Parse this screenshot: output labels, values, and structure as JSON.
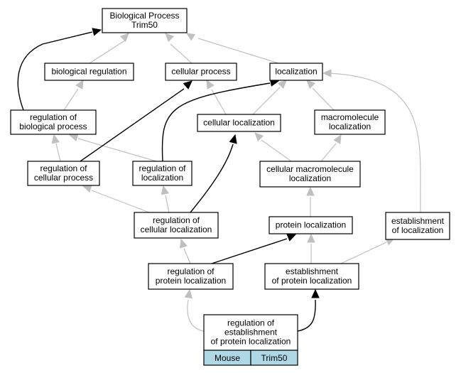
{
  "nodes": {
    "root": {
      "lines": [
        "Biological Process",
        "Trim50"
      ]
    },
    "biological_regulation": {
      "lines": [
        "biological regulation"
      ]
    },
    "cellular_process": {
      "lines": [
        "cellular process"
      ]
    },
    "localization": {
      "lines": [
        "localization"
      ]
    },
    "regulation_of_biological_process": {
      "lines": [
        "regulation of",
        "biological process"
      ]
    },
    "cellular_localization": {
      "lines": [
        "cellular localization"
      ]
    },
    "macromolecule_localization": {
      "lines": [
        "macromolecule",
        "localization"
      ]
    },
    "regulation_of_cellular_process": {
      "lines": [
        "regulation of",
        "cellular process"
      ]
    },
    "regulation_of_localization": {
      "lines": [
        "regulation of",
        "localization"
      ]
    },
    "cellular_macromolecule_localization": {
      "lines": [
        "cellular macromolecule",
        "localization"
      ]
    },
    "regulation_of_cellular_localization": {
      "lines": [
        "regulation of",
        "cellular localization"
      ]
    },
    "protein_localization": {
      "lines": [
        "protein localization"
      ]
    },
    "establishment_of_localization": {
      "lines": [
        "establishment",
        "of localization"
      ]
    },
    "regulation_of_protein_localization": {
      "lines": [
        "regulation of",
        "protein localization"
      ]
    },
    "establishment_of_protein_localization": {
      "lines": [
        "establishment",
        "of protein localization"
      ]
    },
    "regulation_of_establishment_of_protein_localization": {
      "lines": [
        "regulation of",
        "establishment",
        "of protein localization"
      ]
    }
  },
  "gene_table": {
    "species": "Mouse",
    "gene": "Trim50"
  },
  "colors": {
    "edge_direct": "#000000",
    "edge_inferred": "#c0c0c0",
    "gene_fill": "#add8e6",
    "node_fill": "#ffffff"
  }
}
